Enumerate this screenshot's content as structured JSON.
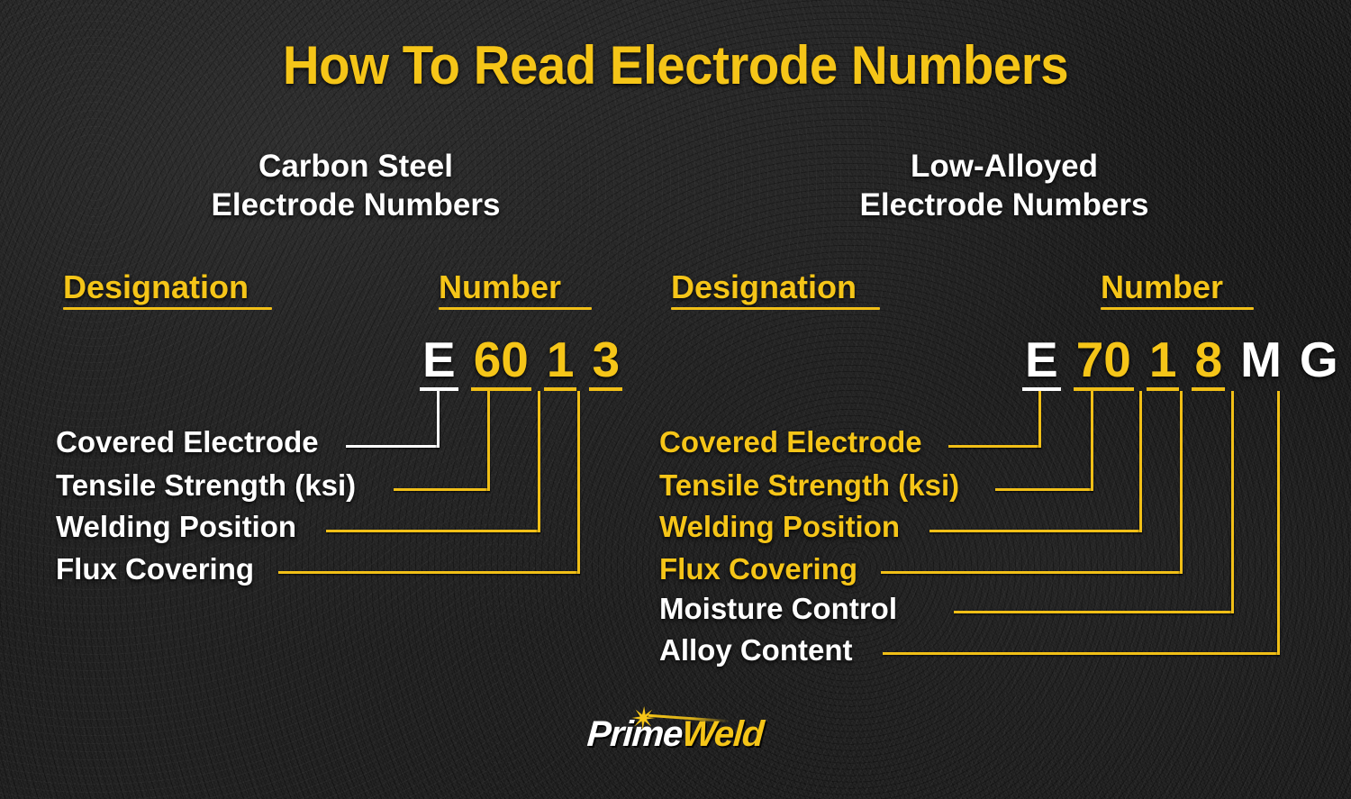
{
  "title": "How To Read Electrode Numbers",
  "theme": {
    "background": "#151515",
    "accent_yellow": "#F5C518",
    "rule_yellow": "#F1BF17",
    "white": "#FFFFFF"
  },
  "columns": {
    "left": {
      "heading": "Carbon Steel\nElectrode Numbers",
      "subheads": {
        "designation": "Designation",
        "number": "Number"
      },
      "code": [
        {
          "char": "E",
          "color": "white",
          "underline": "white"
        },
        {
          "char": "60",
          "color": "yellow",
          "underline": "yellow"
        },
        {
          "char": "1",
          "color": "yellow",
          "underline": "yellow"
        },
        {
          "char": "3",
          "color": "yellow",
          "underline": "yellow"
        }
      ],
      "labels": [
        {
          "text": "Covered Electrode",
          "color": "white",
          "connector": "white"
        },
        {
          "text": "Tensile Strength (ksi)",
          "color": "white",
          "connector": "yellow"
        },
        {
          "text": "Welding Position",
          "color": "white",
          "connector": "yellow"
        },
        {
          "text": "Flux Covering",
          "color": "white",
          "connector": "yellow"
        }
      ]
    },
    "right": {
      "heading": "Low-Alloyed\nElectrode Numbers",
      "subheads": {
        "designation": "Designation",
        "number": "Number"
      },
      "code": [
        {
          "char": "E",
          "color": "white",
          "underline": "white"
        },
        {
          "char": "70",
          "color": "yellow",
          "underline": "yellow"
        },
        {
          "char": "1",
          "color": "yellow",
          "underline": "yellow"
        },
        {
          "char": "8",
          "color": "yellow",
          "underline": "yellow"
        },
        {
          "char": "M",
          "color": "white",
          "underline": "none"
        },
        {
          "char": "G",
          "color": "white",
          "underline": "none"
        }
      ],
      "labels": [
        {
          "text": "Covered Electrode",
          "color": "yellow",
          "connector": "yellow"
        },
        {
          "text": "Tensile Strength (ksi)",
          "color": "yellow",
          "connector": "yellow"
        },
        {
          "text": "Welding Position",
          "color": "yellow",
          "connector": "yellow"
        },
        {
          "text": "Flux Covering",
          "color": "yellow",
          "connector": "yellow"
        },
        {
          "text": "Moisture Control",
          "color": "white",
          "connector": "yellow"
        },
        {
          "text": "Alloy Content",
          "color": "white",
          "connector": "yellow"
        }
      ]
    }
  },
  "logo": {
    "part1": "Prime",
    "part2": "Weld"
  }
}
